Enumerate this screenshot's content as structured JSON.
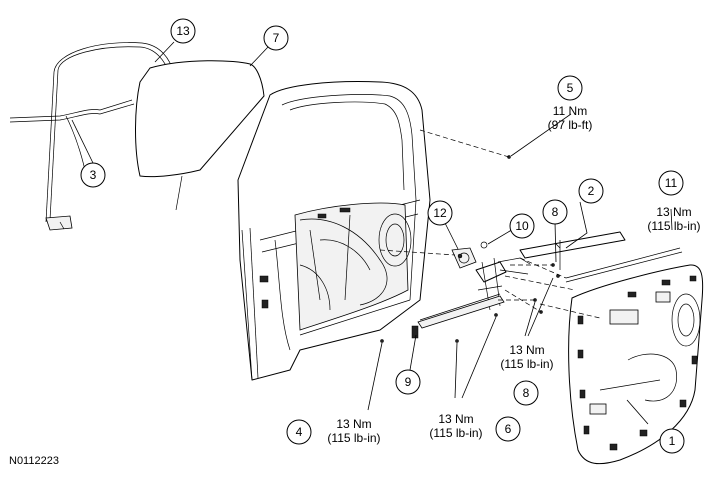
{
  "figure_id": "N0112223",
  "callouts": [
    {
      "id": "c1",
      "number": "1",
      "torque": "",
      "torque_imperial": ""
    },
    {
      "id": "c2",
      "number": "2",
      "torque": "",
      "torque_imperial": ""
    },
    {
      "id": "c3",
      "number": "3",
      "torque": "",
      "torque_imperial": ""
    },
    {
      "id": "c4",
      "number": "4",
      "torque": "13 Nm",
      "torque_imperial": "(115 lb-in)"
    },
    {
      "id": "c5",
      "number": "5",
      "torque": "11 Nm",
      "torque_imperial": "(97 lb-ft)"
    },
    {
      "id": "c6",
      "number": "6",
      "torque": "13 Nm",
      "torque_imperial": "(115 lb-in)"
    },
    {
      "id": "c7",
      "number": "7",
      "torque": "",
      "torque_imperial": ""
    },
    {
      "id": "c8a",
      "number": "8",
      "torque": "",
      "torque_imperial": ""
    },
    {
      "id": "c8b",
      "number": "8",
      "torque": "13 Nm",
      "torque_imperial": "(115 lb-in)"
    },
    {
      "id": "c9",
      "number": "9",
      "torque": "",
      "torque_imperial": ""
    },
    {
      "id": "c10",
      "number": "10",
      "torque": "",
      "torque_imperial": ""
    },
    {
      "id": "c11",
      "number": "11",
      "torque": "13 Nm",
      "torque_imperial": "(115 lb-in)"
    },
    {
      "id": "c12",
      "number": "12",
      "torque": "",
      "torque_imperial": ""
    },
    {
      "id": "c13",
      "number": "13",
      "torque": "",
      "torque_imperial": ""
    }
  ]
}
